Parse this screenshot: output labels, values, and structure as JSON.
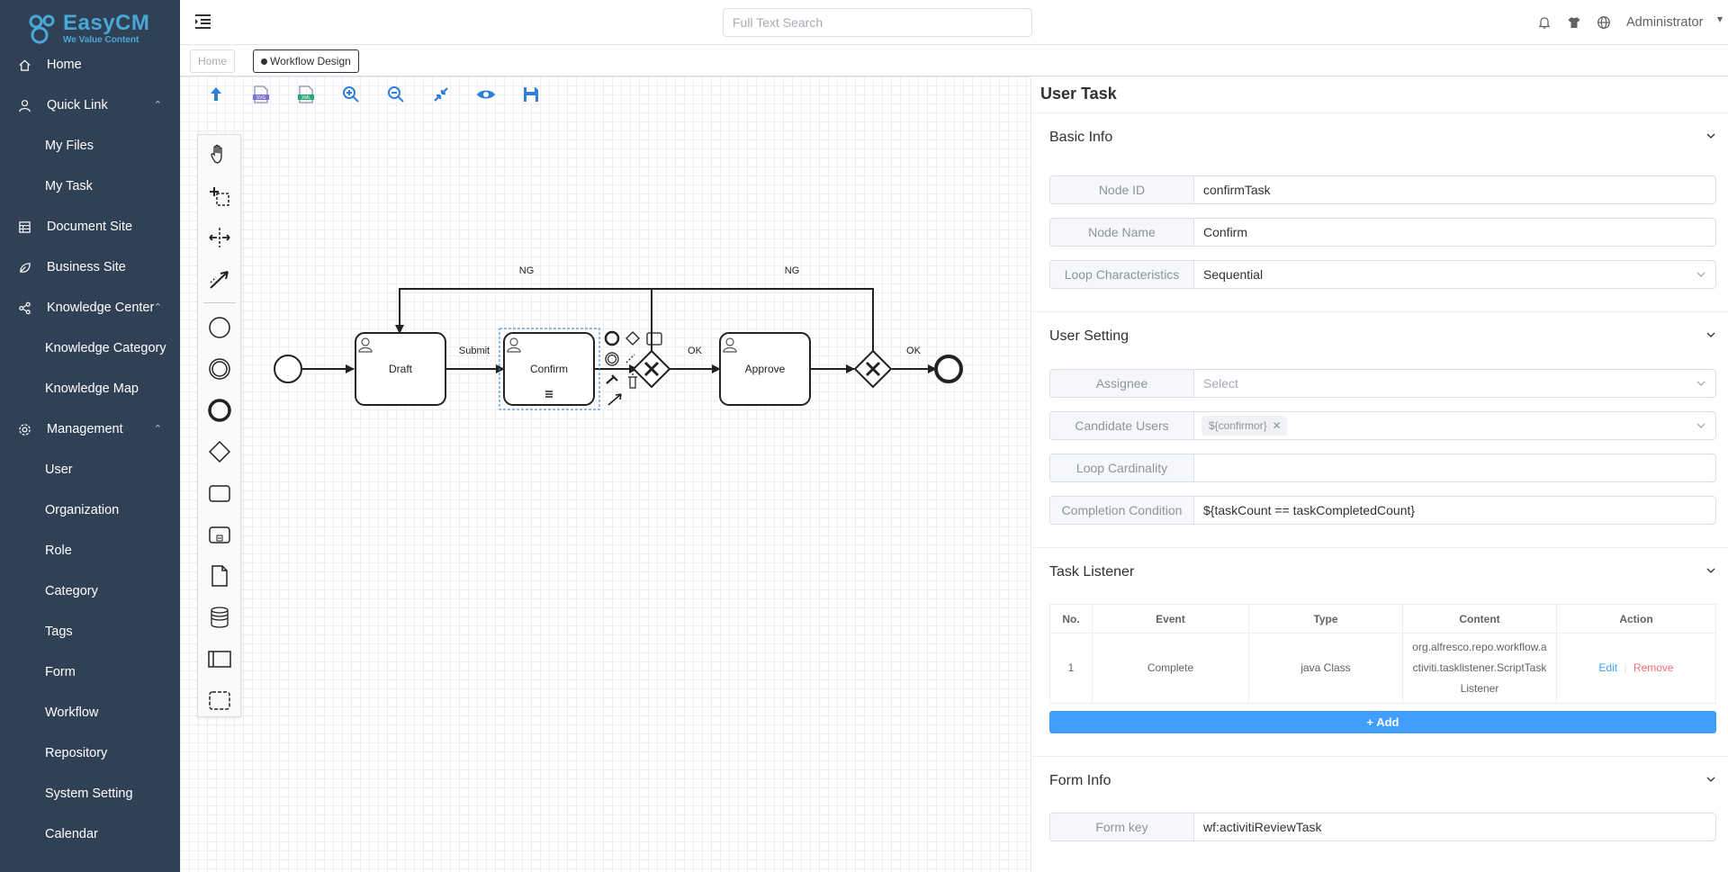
{
  "app": {
    "logo_title": "EasyCM",
    "logo_tagline": "We Value Content",
    "brand_color": "#4aa8d8",
    "sidebar_bg": "#304156"
  },
  "sidebar": {
    "items": [
      {
        "label": "Home",
        "icon": "home-icon"
      },
      {
        "label": "Quick Link",
        "icon": "user-icon",
        "expanded": true
      },
      {
        "label": "My Files"
      },
      {
        "label": "My Task"
      },
      {
        "label": "Document Site",
        "icon": "document-site-icon"
      },
      {
        "label": "Business Site",
        "icon": "business-site-icon"
      },
      {
        "label": "Knowledge Center",
        "icon": "knowledge-icon",
        "expanded": true
      },
      {
        "label": "Knowledge Category"
      },
      {
        "label": "Knowledge Map"
      },
      {
        "label": "Management",
        "icon": "gear-icon",
        "expanded": true
      },
      {
        "label": "User"
      },
      {
        "label": "Organization"
      },
      {
        "label": "Role"
      },
      {
        "label": "Category"
      },
      {
        "label": "Tags"
      },
      {
        "label": "Form"
      },
      {
        "label": "Workflow"
      },
      {
        "label": "Repository"
      },
      {
        "label": "System Setting"
      },
      {
        "label": "Calendar"
      }
    ]
  },
  "topbar": {
    "search_placeholder": "Full Text Search",
    "user_name": "Administrator"
  },
  "tabs": [
    {
      "label": "Home"
    },
    {
      "label": "Workflow Design",
      "active": true
    }
  ],
  "diagram": {
    "tasks": [
      {
        "label": "Draft"
      },
      {
        "label": "Confirm",
        "selected": true
      },
      {
        "label": "Approve"
      }
    ],
    "flows": {
      "submit": "Submit",
      "ok1": "OK",
      "ok2": "OK",
      "ng1": "NG",
      "ng2": "NG"
    }
  },
  "panel": {
    "title": "User Task",
    "basic_info": {
      "title": "Basic Info",
      "node_id_label": "Node ID",
      "node_id": "confirmTask",
      "node_name_label": "Node Name",
      "node_name": "Confirm",
      "loop_label": "Loop Characteristics",
      "loop": "Sequential"
    },
    "user_setting": {
      "title": "User Setting",
      "assignee_label": "Assignee",
      "assignee_placeholder": "Select",
      "candidate_label": "Candidate Users",
      "candidate_tag": "${confirmor}",
      "loop_cardinality_label": "Loop Cardinality",
      "loop_cardinality": "",
      "completion_label": "Completion Condition",
      "completion": "${taskCount == taskCompletedCount}"
    },
    "task_listener": {
      "title": "Task Listener",
      "columns": [
        "No.",
        "Event",
        "Type",
        "Content",
        "Action"
      ],
      "rows": [
        {
          "no": "1",
          "event": "Complete",
          "type": "java Class",
          "content_l1": "org.alfresco.repo.workflow.a",
          "content_l2": "ctiviti.tasklistener.ScriptTask",
          "content_l3": "Listener",
          "edit": "Edit",
          "sep": "|",
          "remove": "Remove"
        }
      ],
      "add_label": "+ Add"
    },
    "form_info": {
      "title": "Form Info",
      "form_key_label": "Form key",
      "form_key": "wf:activitiReviewTask"
    }
  }
}
